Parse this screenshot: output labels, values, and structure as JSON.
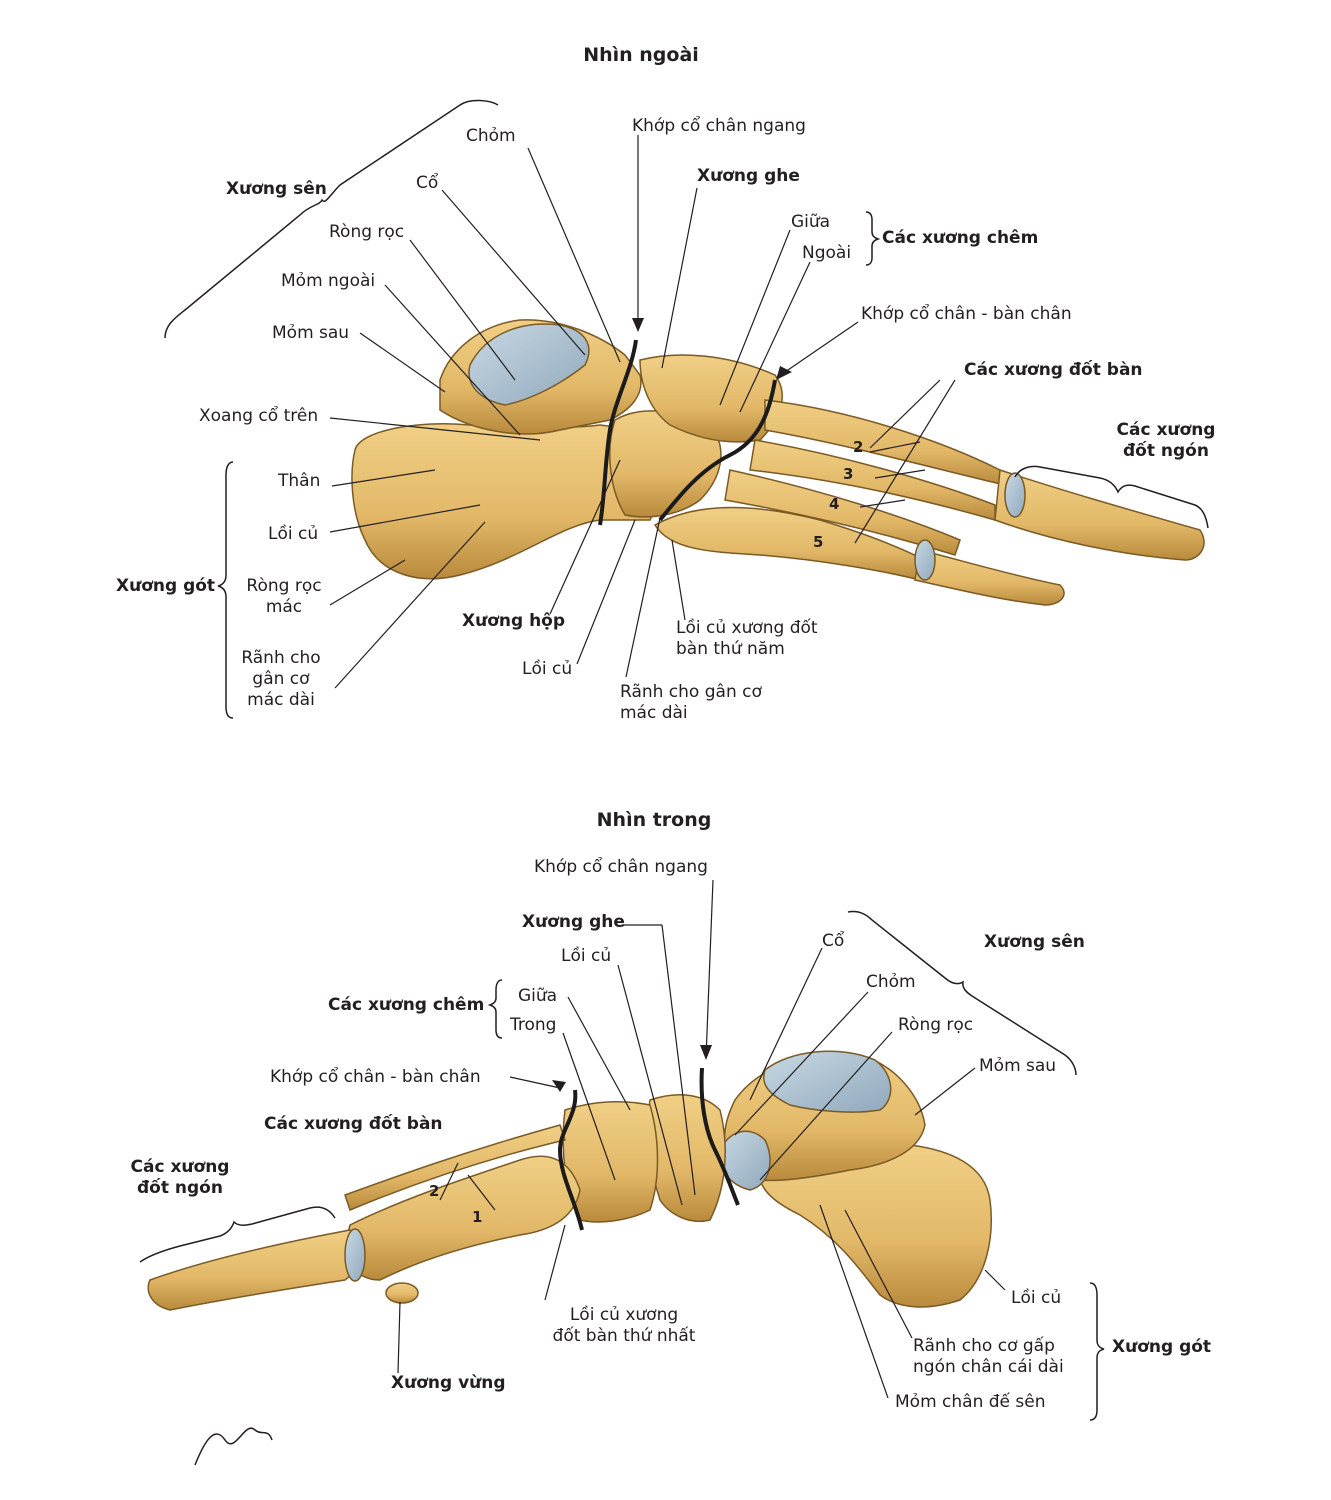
{
  "lateral": {
    "title": "Nhìn ngoài",
    "talus_group": "Xương sên",
    "head": "Chỏm",
    "neck": "Cổ",
    "trochlea": "Ròng rọc",
    "lateral_process": "Mỏm ngoài",
    "posterior_process": "Mỏm sau",
    "tarsal_sinus": "Xoang cổ trên",
    "transverse_tarsal_joint": "Khớp cổ chân ngang",
    "navicular": "Xương ghe",
    "cuneiform_intermediate": "Giữa",
    "cuneiform_lateral": "Ngoài",
    "cuneiforms_group": "Các xương chêm",
    "tarsometatarsal_joint": "Khớp cổ chân - bàn chân",
    "metatarsals_group": "Các xương đốt bàn",
    "phalanges_group": "Các xương\nđốt ngón",
    "metatarsal_numbers": [
      "2",
      "3",
      "4",
      "5"
    ],
    "calcaneus_group": "Xương gót",
    "body": "Thân",
    "tuberosity": "Lồi củ",
    "fibular_trochlea": "Ròng rọc\nmác",
    "groove_fibularis_longus_calc": "Rãnh cho\ngân cơ\nmác dài",
    "cuboid": "Xương hộp",
    "cuboid_tuberosity": "Lồi củ",
    "fifth_metatarsal_tuberosity": "Lồi củ xương đốt\nbàn thứ năm",
    "groove_fibularis_longus_cuboid": "Rãnh cho gân cơ\nmác dài"
  },
  "medial": {
    "title": "Nhìn trong",
    "transverse_tarsal_joint": "Khớp cổ chân ngang",
    "navicular": "Xương ghe",
    "navicular_tuberosity": "Lồi củ",
    "cuneiforms_group": "Các xương chêm",
    "cuneiform_intermediate": "Giữa",
    "cuneiform_medial": "Trong",
    "tarsometatarsal_joint": "Khớp cổ chân - bàn chân",
    "metatarsals_group": "Các xương đốt bàn",
    "phalanges_group": "Các xương\nđốt ngón",
    "metatarsal_numbers": [
      "2",
      "1"
    ],
    "first_metatarsal_tuberosity": "Lồi củ xương\nđốt bàn thứ nhất",
    "sesamoid": "Xương vừng",
    "talus_group": "Xương sên",
    "neck": "Cổ",
    "head": "Chỏm",
    "trochlea": "Ròng rọc",
    "posterior_process": "Mỏm sau",
    "calcaneus_group": "Xương gót",
    "tuberosity": "Lồi củ",
    "groove_fhl": "Rãnh cho cơ gấp\nngón chân cái dài",
    "sustentaculum_tali": "Mỏm chân đế sên"
  },
  "colors": {
    "bone": "#e2b868",
    "bone_shade": "#b98a3c",
    "cartilage": "#a9bfcf",
    "joint_line": "#1b1b1b",
    "text": "#231f20"
  }
}
